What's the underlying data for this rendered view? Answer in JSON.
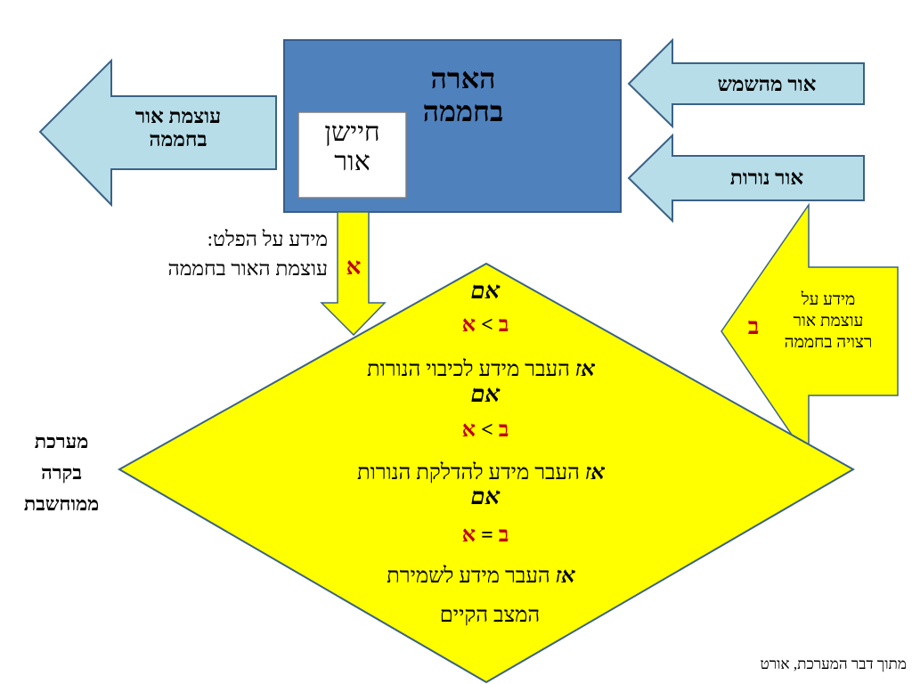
{
  "main_box": {
    "title_line1": "הארה",
    "title_line2": "בחממה",
    "sensor_line1": "חיישן",
    "sensor_line2": "אור"
  },
  "arrows": {
    "sunlight": "אור מהשמש",
    "lamp_light": "אור נורות",
    "output_line1": "עוצמת אור",
    "output_line2": "בחממה"
  },
  "info_left": {
    "line1": "מידע על הפלט:",
    "line2": "עוצמת האור בחממה",
    "var": "א"
  },
  "callout": {
    "line1": "מידע על",
    "line2": "עוצמת אור",
    "line3": "רצויה בחממה",
    "var": "ב"
  },
  "rules": [
    {
      "if_word": "אם",
      "var_b": "ב",
      "op": ">",
      "var_a": "א",
      "then_word": "אז",
      "action": "העבר מידע לכיבוי  הנורות"
    },
    {
      "if_word": "אם",
      "var_b": "ב",
      "op": ">",
      "var_a": "א",
      "then_word": "אז",
      "action": "העבר מידע להדלקת הנורות"
    },
    {
      "if_word": "אם",
      "var_b": "ב",
      "op": "=",
      "var_a": "א",
      "then_word": "אז",
      "action_line1": "העבר מידע לשמירת",
      "action_line2": "המצב הקיים"
    }
  ],
  "system_label": {
    "line1": "מערכת",
    "line2": "בקרה",
    "line3": "ממוחשבת"
  },
  "footer": "מתוך דבר המערכת, אורט",
  "colors": {
    "main_box": "#4f81bd",
    "arrow_fill": "#b7dde8",
    "yellow": "#ffff00",
    "outline": "#3b6286",
    "red": "#c00000"
  }
}
